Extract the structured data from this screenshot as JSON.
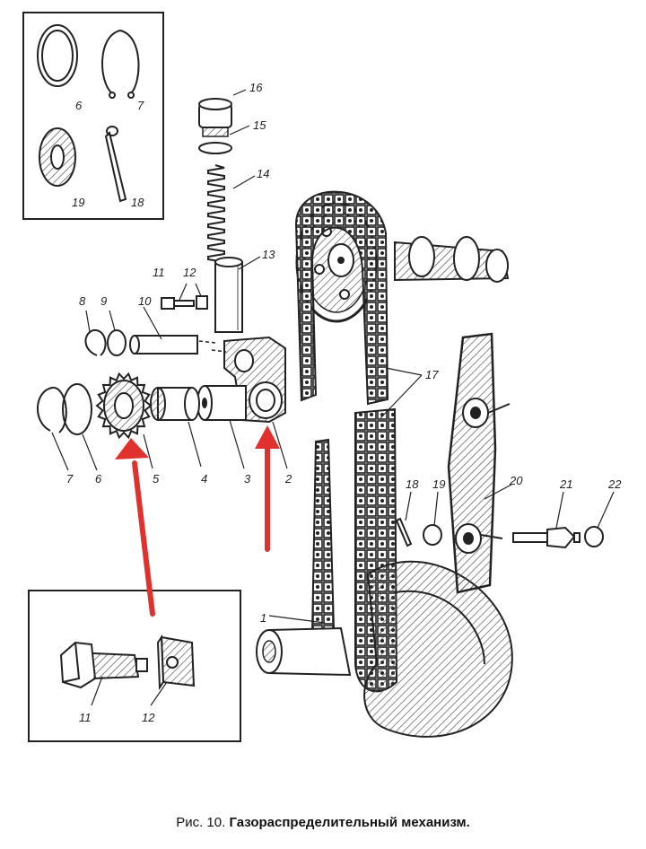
{
  "caption": {
    "prefix": "Рис. 10.",
    "title": "Газораспределительный механизм."
  },
  "callouts": [
    "1",
    "2",
    "3",
    "4",
    "5",
    "6",
    "7",
    "8",
    "9",
    "10",
    "11",
    "12",
    "13",
    "14",
    "15",
    "16",
    "17",
    "18",
    "19",
    "20",
    "21",
    "22"
  ],
  "inset_top_labels": [
    "6",
    "7",
    "19",
    "18"
  ],
  "inset_bottom_labels": [
    "11",
    "12"
  ],
  "colors": {
    "ink": "#222222",
    "arrow": "#e0312f",
    "paper": "#ffffff"
  }
}
